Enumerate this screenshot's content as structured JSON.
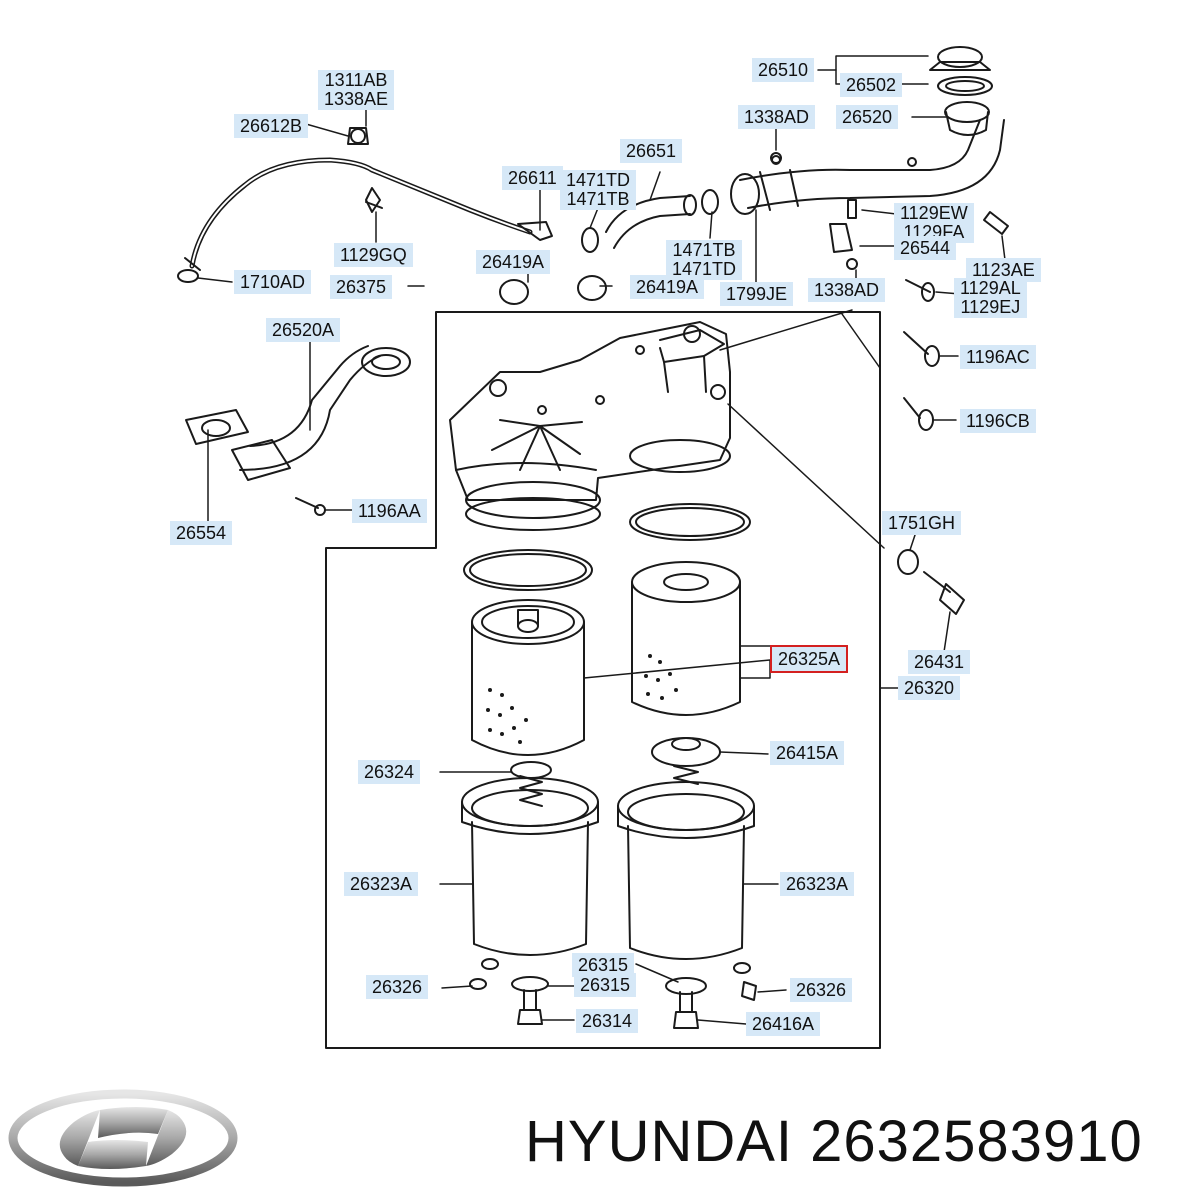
{
  "colors": {
    "label_bg": "#d6e8f7",
    "highlight": "#d42020",
    "line": "#1a1a1a"
  },
  "labels": {
    "l_26510": "26510",
    "l_26502": "26502",
    "l_1311AB": "1311AB",
    "l_1338AE": "1338AE",
    "l_26612B": "26612B",
    "l_1338AD_a": "1338AD",
    "l_26520": "26520",
    "l_26651": "26651",
    "l_26611": "26611",
    "l_1471TD_a": "1471TD",
    "l_1471TB_a": "1471TB",
    "l_1129EW": "1129EW",
    "l_1129FA": "1129FA",
    "l_26544": "26544",
    "l_1129GQ": "1129GQ",
    "l_26419A_a": "26419A",
    "l_1471TB_b": "1471TB",
    "l_1471TD_b": "1471TD",
    "l_1123AE": "1123AE",
    "l_1710AD": "1710AD",
    "l_26375": "26375",
    "l_26419A_b": "26419A",
    "l_1799JE": "1799JE",
    "l_1338AD_b": "1338AD",
    "l_1129AL": "1129AL",
    "l_1129EJ": "1129EJ",
    "l_26520A": "26520A",
    "l_1196AC": "1196AC",
    "l_1196CB": "1196CB",
    "l_1196AA": "1196AA",
    "l_26554": "26554",
    "l_1751GH": "1751GH",
    "l_26325A": "26325A",
    "l_26431": "26431",
    "l_26320": "26320",
    "l_26415A": "26415A",
    "l_26324": "26324",
    "l_26323A_left": "26323A",
    "l_26323A_right": "26323A",
    "l_26315_top": "26315",
    "l_26326_left": "26326",
    "l_26315_mid": "26315",
    "l_26326_right": "26326",
    "l_26314": "26314",
    "l_26416A": "26416A"
  },
  "brand": {
    "text": "HYUNDAI 2632583910",
    "logo_icon": "hyundai-logo"
  }
}
